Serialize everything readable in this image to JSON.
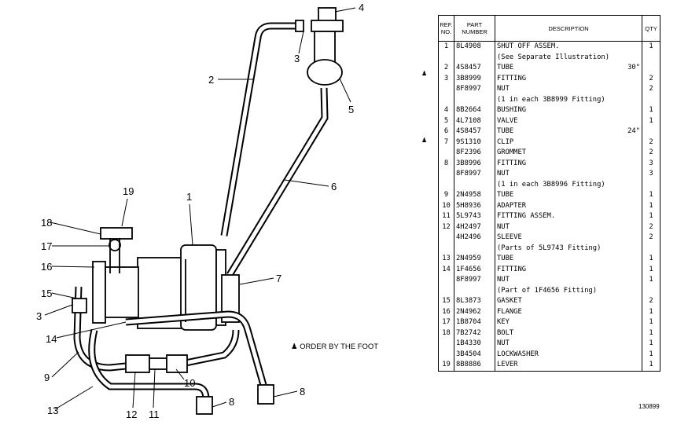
{
  "callouts": [
    "4",
    "3",
    "2",
    "5",
    "6",
    "19",
    "1",
    "18",
    "17",
    "16",
    "15",
    "3",
    "14",
    "7",
    "9",
    "13",
    "12",
    "11",
    "10",
    "8",
    "8"
  ],
  "parts_table": {
    "headers": {
      "ref_no": "REF. NO.",
      "part_number": "PART NUMBER",
      "description": "DESCRIPTION",
      "qty": "QTY"
    },
    "rows": [
      {
        "ref": "1",
        "part": "8L4908",
        "desc": "SHUT OFF ASSEM.",
        "qty": "1"
      },
      {
        "ref": "",
        "part": "",
        "desc": "(See Separate Illustration)",
        "qty": ""
      },
      {
        "ref": "2",
        "part": "4S8457",
        "desc": "TUBE",
        "suffix": "30\"",
        "qty": ""
      },
      {
        "ref": "3",
        "part": "3B8999",
        "desc": "FITTING",
        "qty": "2"
      },
      {
        "ref": "",
        "part": "8F8997",
        "desc": "   NUT",
        "qty": "2"
      },
      {
        "ref": "",
        "part": "",
        "desc": "(1 in each 3B8999 Fitting)",
        "qty": ""
      },
      {
        "ref": "4",
        "part": "8B2664",
        "desc": "BUSHING",
        "qty": "1"
      },
      {
        "ref": "5",
        "part": "4L7108",
        "desc": "VALVE",
        "qty": "1"
      },
      {
        "ref": "6",
        "part": "4S8457",
        "desc": "TUBE",
        "suffix": "24\"",
        "qty": ""
      },
      {
        "ref": "7",
        "part": "9S1310",
        "desc": "CLIP",
        "qty": "2"
      },
      {
        "ref": "",
        "part": "8F2396",
        "desc": "GROMMET",
        "qty": "2"
      },
      {
        "ref": "8",
        "part": "3B8996",
        "desc": "FITTING",
        "qty": "3"
      },
      {
        "ref": "",
        "part": "8F8997",
        "desc": "   NUT",
        "qty": "3"
      },
      {
        "ref": "",
        "part": "",
        "desc": "(1 in each 3B8996 Fitting)",
        "qty": ""
      },
      {
        "ref": "9",
        "part": "2N4958",
        "desc": "TUBE",
        "qty": "1"
      },
      {
        "ref": "10",
        "part": "5H8936",
        "desc": "ADAPTER",
        "qty": "1"
      },
      {
        "ref": "11",
        "part": "5L9743",
        "desc": "FITTING ASSEM.",
        "qty": "1"
      },
      {
        "ref": "12",
        "part": "4H2497",
        "desc": "   NUT",
        "qty": "2"
      },
      {
        "ref": "",
        "part": "4H2496",
        "desc": "   SLEEVE",
        "qty": "2"
      },
      {
        "ref": "",
        "part": "",
        "desc": "(Parts of 5L9743 Fitting)",
        "qty": ""
      },
      {
        "ref": "13",
        "part": "2N4959",
        "desc": "TUBE",
        "qty": "1"
      },
      {
        "ref": "14",
        "part": "1F4656",
        "desc": "FITTING",
        "qty": "1"
      },
      {
        "ref": "",
        "part": "8F8997",
        "desc": "   NUT",
        "qty": "1"
      },
      {
        "ref": "",
        "part": "",
        "desc": "(Part of 1F4656 Fitting)",
        "qty": ""
      },
      {
        "ref": "15",
        "part": "8L3873",
        "desc": "GASKET",
        "qty": "2"
      },
      {
        "ref": "16",
        "part": "2N4962",
        "desc": "FLANGE",
        "qty": "1"
      },
      {
        "ref": "17",
        "part": "1B8704",
        "desc": "KEY",
        "qty": "1"
      },
      {
        "ref": "18",
        "part": "7B2742",
        "desc": "BOLT",
        "qty": "1"
      },
      {
        "ref": "",
        "part": "1B4330",
        "desc": "NUT",
        "qty": "1"
      },
      {
        "ref": "",
        "part": "3B4504",
        "desc": "LOCKWASHER",
        "qty": "1"
      },
      {
        "ref": "19",
        "part": "8B8886",
        "desc": "LEVER",
        "qty": "1"
      }
    ]
  },
  "note": "ORDER BY THE FOOT",
  "note_symbol": "♟",
  "drawing_number": "130899"
}
